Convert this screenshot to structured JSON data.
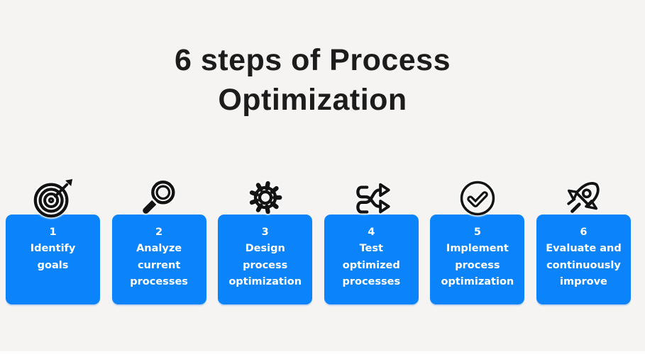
{
  "page": {
    "title": "6 steps of Process\nOptimization",
    "background_color": "#f5f4f3",
    "bottom_strip_color": "#fdfdfd"
  },
  "colors": {
    "card_blue": "#0b84fb",
    "card_text": "#ffffff",
    "title_text": "#1c1c1c",
    "icon_stroke": "#131313"
  },
  "steps": [
    {
      "number": "1",
      "label": "Identify\ngoals",
      "icon": "target-icon"
    },
    {
      "number": "2",
      "label": "Analyze\ncurrent\nprocesses",
      "icon": "magnifier-icon"
    },
    {
      "number": "3",
      "label": "Design\nprocess\noptimization",
      "icon": "gear-icon"
    },
    {
      "number": "4",
      "label": "Test\noptimized\nprocesses",
      "icon": "shuffle-icon"
    },
    {
      "number": "5",
      "label": "Implement\nprocess\noptimization",
      "icon": "check-circle-icon"
    },
    {
      "number": "6",
      "label": "Evaluate and\ncontinuously\nimprove",
      "icon": "rocket-icon"
    }
  ]
}
